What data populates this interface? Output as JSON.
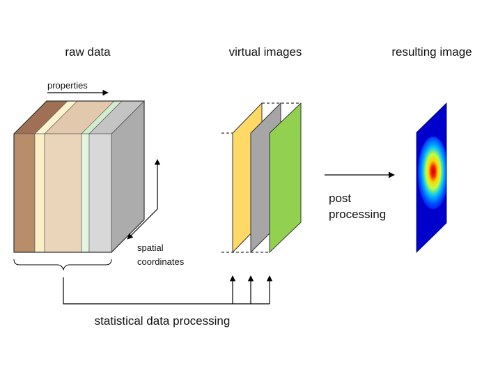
{
  "labels": {
    "raw_data": "raw data",
    "virtual_images": "virtual images",
    "resulting_image": "resulting image",
    "properties": "properties",
    "spatial": "spatial",
    "coordinates": "coordinates",
    "post": "post",
    "processing": "processing",
    "statistical": "statistical data processing"
  },
  "colors": {
    "cube_side": "#acacac",
    "cube_top": "#bdbdbd",
    "layers": [
      "#b88d6a",
      "#fbefc6",
      "#ead5bb",
      "#e3f5de",
      "#d8d8d8"
    ],
    "layers_top": [
      "#a07055",
      "#fdf4cf",
      "#e2c9ad",
      "#d2edcb",
      "#c4c4c4"
    ],
    "virtual_planes": [
      "#ffd966",
      "#a6a6a6",
      "#92d050"
    ],
    "heatmap": [
      "#0000cc",
      "#0040ff",
      "#00c0ff",
      "#c0ff40",
      "#ffd000",
      "#ff2000",
      "#c00000"
    ]
  }
}
